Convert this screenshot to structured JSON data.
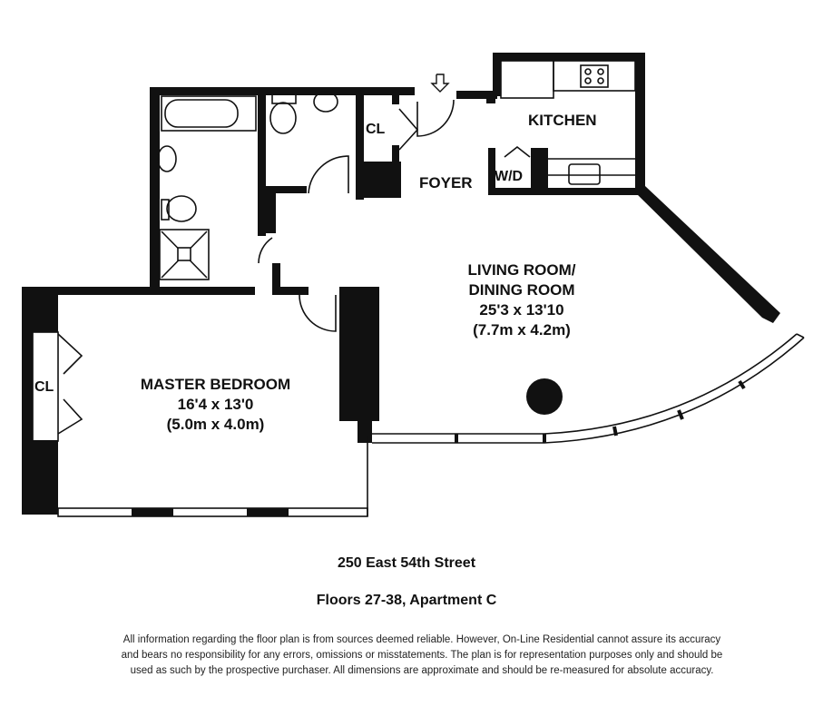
{
  "plan": {
    "rooms": {
      "kitchen": {
        "name": "KITCHEN"
      },
      "foyer": {
        "name": "FOYER"
      },
      "washer_dryer": {
        "name": "W/D"
      },
      "foyer_closet": {
        "name": "CL"
      },
      "bedroom_closet": {
        "name": "CL"
      },
      "living": {
        "name_line1": "LIVING ROOM/",
        "name_line2": "DINING ROOM",
        "dim_imperial": "25'3 x 13'10",
        "dim_metric": "(7.7m x 4.2m)"
      },
      "bedroom": {
        "name": "MASTER BEDROOM",
        "dim_imperial": "16'4 x 13'0",
        "dim_metric": "(5.0m x 4.0m)"
      }
    },
    "entry_icon": "entry-arrow-down-icon",
    "wall_color": "#111111",
    "background_color": "#ffffff"
  },
  "footer": {
    "address": "250 East 54th Street",
    "unit": "Floors 27-38, Apartment C",
    "disclaimer_line1": "All information regarding the floor plan is from sources deemed reliable.  However, On-Line Residential cannot assure its accuracy",
    "disclaimer_line2": "and bears no responsibility for any errors, omissions or misstatements.  The plan is for representation purposes only and should be",
    "disclaimer_line3": "used as such by the prospective purchaser.  All dimensions are approximate and should be re-measured for absolute accuracy."
  }
}
